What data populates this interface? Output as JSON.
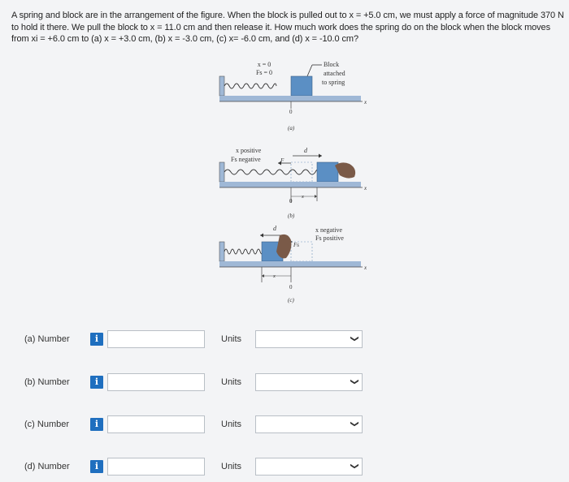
{
  "question": {
    "text": "A spring and block are in the arrangement of the figure. When the block is pulled out to x = +5.0 cm, we must apply a force of magnitude 370 N to hold it there. We pull the block to x = 11.0 cm and then release it. How much work does the spring do on the block when the block moves from xi = +6.0 cm to (a) x = +3.0 cm, (b) x = -3.0 cm, (c) x= -6.0 cm, and (d) x = -10.0 cm?"
  },
  "figure": {
    "a": {
      "line1": "x = 0",
      "line2": "Fs = 0",
      "callout_lines": [
        "Block",
        "attached",
        "to spring"
      ],
      "zero": "0",
      "axis": "x",
      "caption": "(a)"
    },
    "b": {
      "line1": "x positive",
      "line2": "Fs negative",
      "d_label": "d",
      "f_label": "F",
      "zero": "0",
      "x_label": "x",
      "axis": "x",
      "caption": "(b)"
    },
    "c": {
      "line1": "x negative",
      "line2": "Fs positive",
      "d_label": "d",
      "f_label": "Fs",
      "zero": "0",
      "x_label": "x",
      "axis": "x",
      "caption": "(c)"
    }
  },
  "answers": [
    {
      "label": "(a)   Number",
      "info": "i",
      "value": "",
      "units_label": "Units",
      "units_value": ""
    },
    {
      "label": "(b)   Number",
      "info": "i",
      "value": "",
      "units_label": "Units",
      "units_value": ""
    },
    {
      "label": "(c)   Number",
      "info": "i",
      "value": "",
      "units_label": "Units",
      "units_value": ""
    },
    {
      "label": "(d)   Number",
      "info": "i",
      "value": "",
      "units_label": "Units",
      "units_value": ""
    }
  ],
  "colors": {
    "block": "#5b8fc4",
    "floor": "#9fb8d6",
    "hand": "#7a5a48",
    "info_badge": "#1f6fbf"
  },
  "icons": {
    "info": "info-icon",
    "dropdown": "chevron-down-icon"
  }
}
